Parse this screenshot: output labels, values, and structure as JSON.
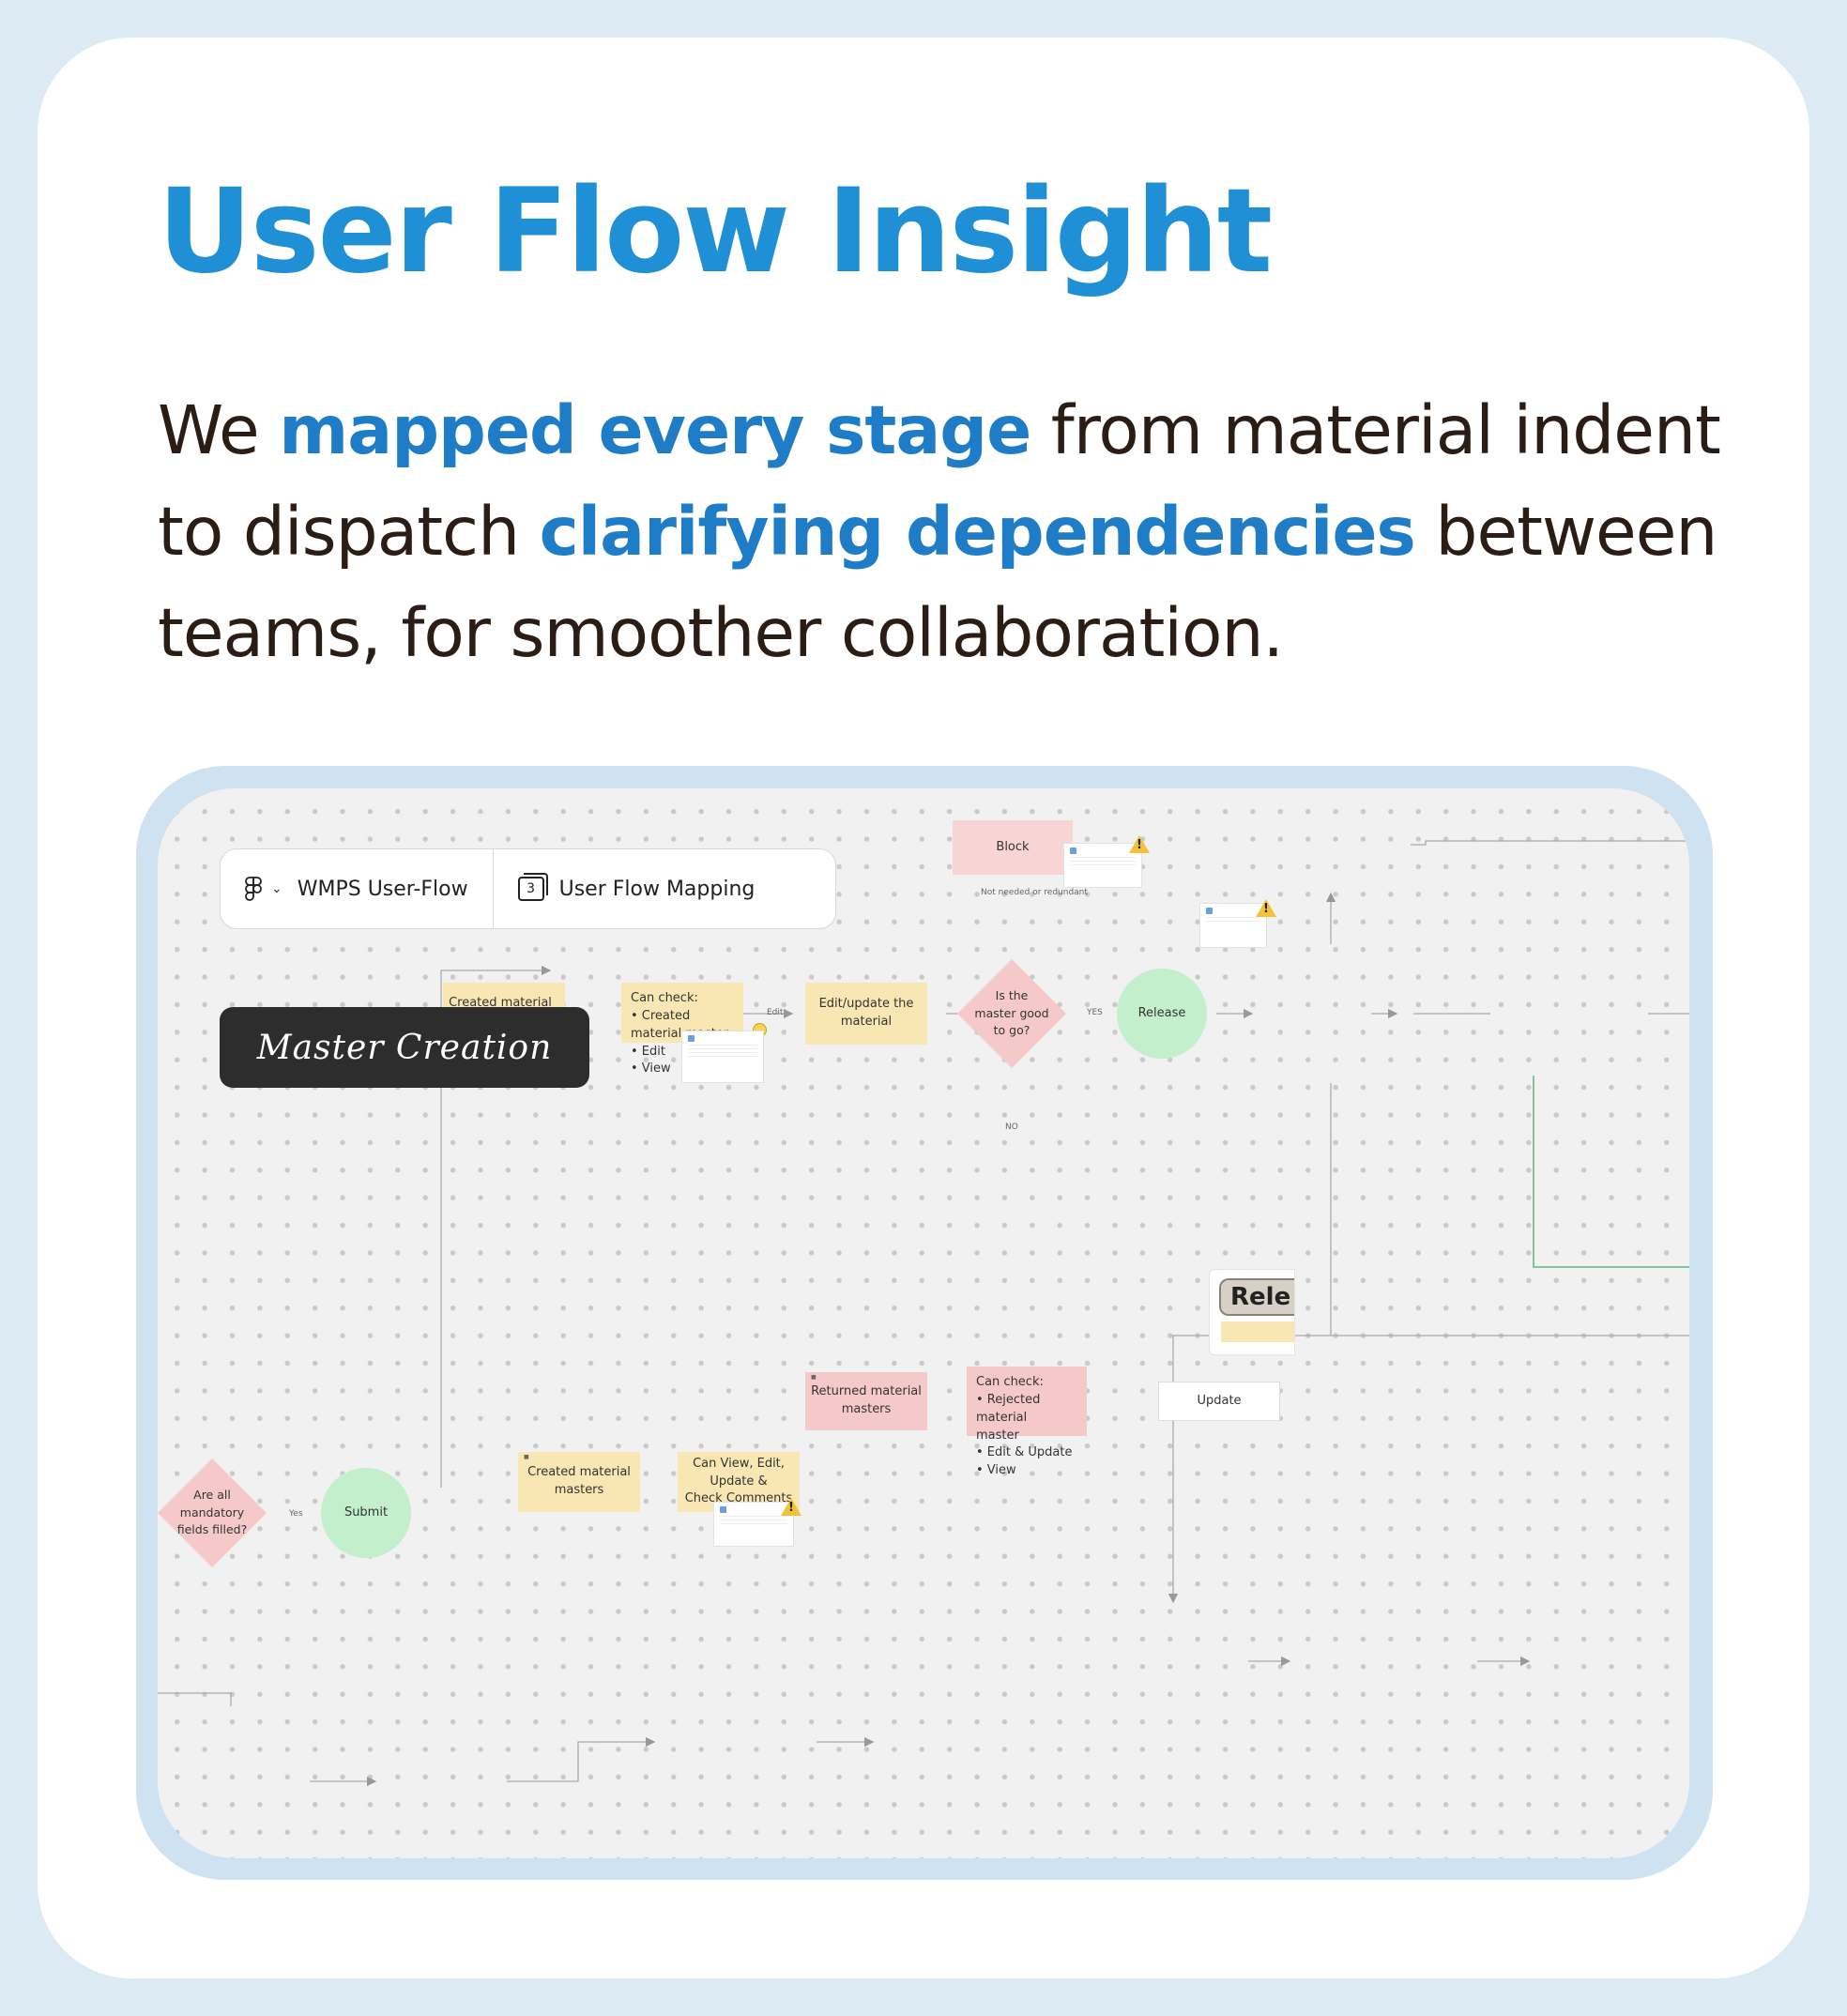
{
  "heading": {
    "title": "User Flow Insight",
    "line1_plain_a": "We ",
    "line1_highlight": "mapped every stage",
    "line1_plain_b": " from material indent to dispatch ",
    "line2_highlight": "clarifying dependencies",
    "line3_plain": " between teams, for smoother collaboration."
  },
  "colors": {
    "title": "#1f8fd6",
    "highlight": "#1f7cc7",
    "body_text": "#2a1d16",
    "frame": "#cfe2f1",
    "background": "#dceaf4"
  },
  "figma": {
    "file_icon": "figma-logo-icon",
    "file_name": "WMPS User-Flow",
    "page_icon": "pages-icon",
    "page_count": "3",
    "page_name": "User Flow Mapping",
    "section_badge": "Master Creation"
  },
  "flow": {
    "created_masters_top": "Created material masters",
    "can_check_top": "Can check:\n• Created material master\n• Edit\n• View",
    "edit_update": "Edit/update the material",
    "decision_master_good": "Is the\nmaster good\nto go?",
    "release": "Release",
    "block": "Block",
    "returned_masters": "Returned material masters",
    "can_check_bottom": "Can check:\n• Rejected material\nmaster\n• Edit & Update\n• View",
    "update": "Update",
    "decision_mandatory": "Are all\nmandatory\nfields filled?",
    "submit": "Submit",
    "created_masters_bottom": "Created material masters",
    "can_view_edit": "Can View, Edit, Update &\nCheck Comments",
    "rele_partial": "Rele",
    "edge_edit": "Edit",
    "edge_yes_upper": "YES",
    "edge_no": "NO",
    "edge_not_needed": "Not needed or redundant",
    "edge_yes_lower": "Yes"
  }
}
